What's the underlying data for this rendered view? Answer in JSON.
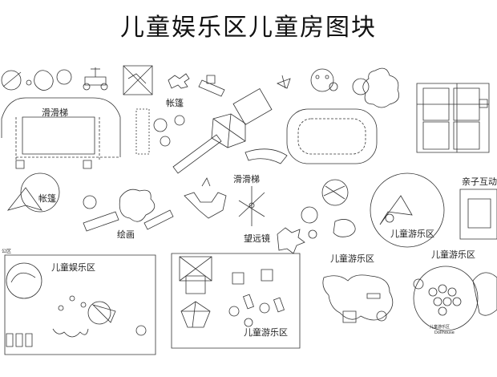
{
  "title": "儿童娱乐区儿童房图块",
  "labels": {
    "slide_1": "滑滑梯",
    "tent_1": "帐篷",
    "slide_2": "滑滑梯",
    "parent_child": "亲子互动",
    "tent_2": "帐篷",
    "painting": "绘画",
    "telescope": "望远镜",
    "kids_play_1": "儿童游乐区",
    "kids_play_2": "儿童游乐区",
    "kids_play_3": "儿童游乐区",
    "kids_fun": "儿童娱乐区",
    "kids_play_4": "儿童游乐区",
    "small_note": "公区",
    "dollhouse_cn": "儿童游乐区",
    "dollhouse_en": "Dollhouse"
  }
}
